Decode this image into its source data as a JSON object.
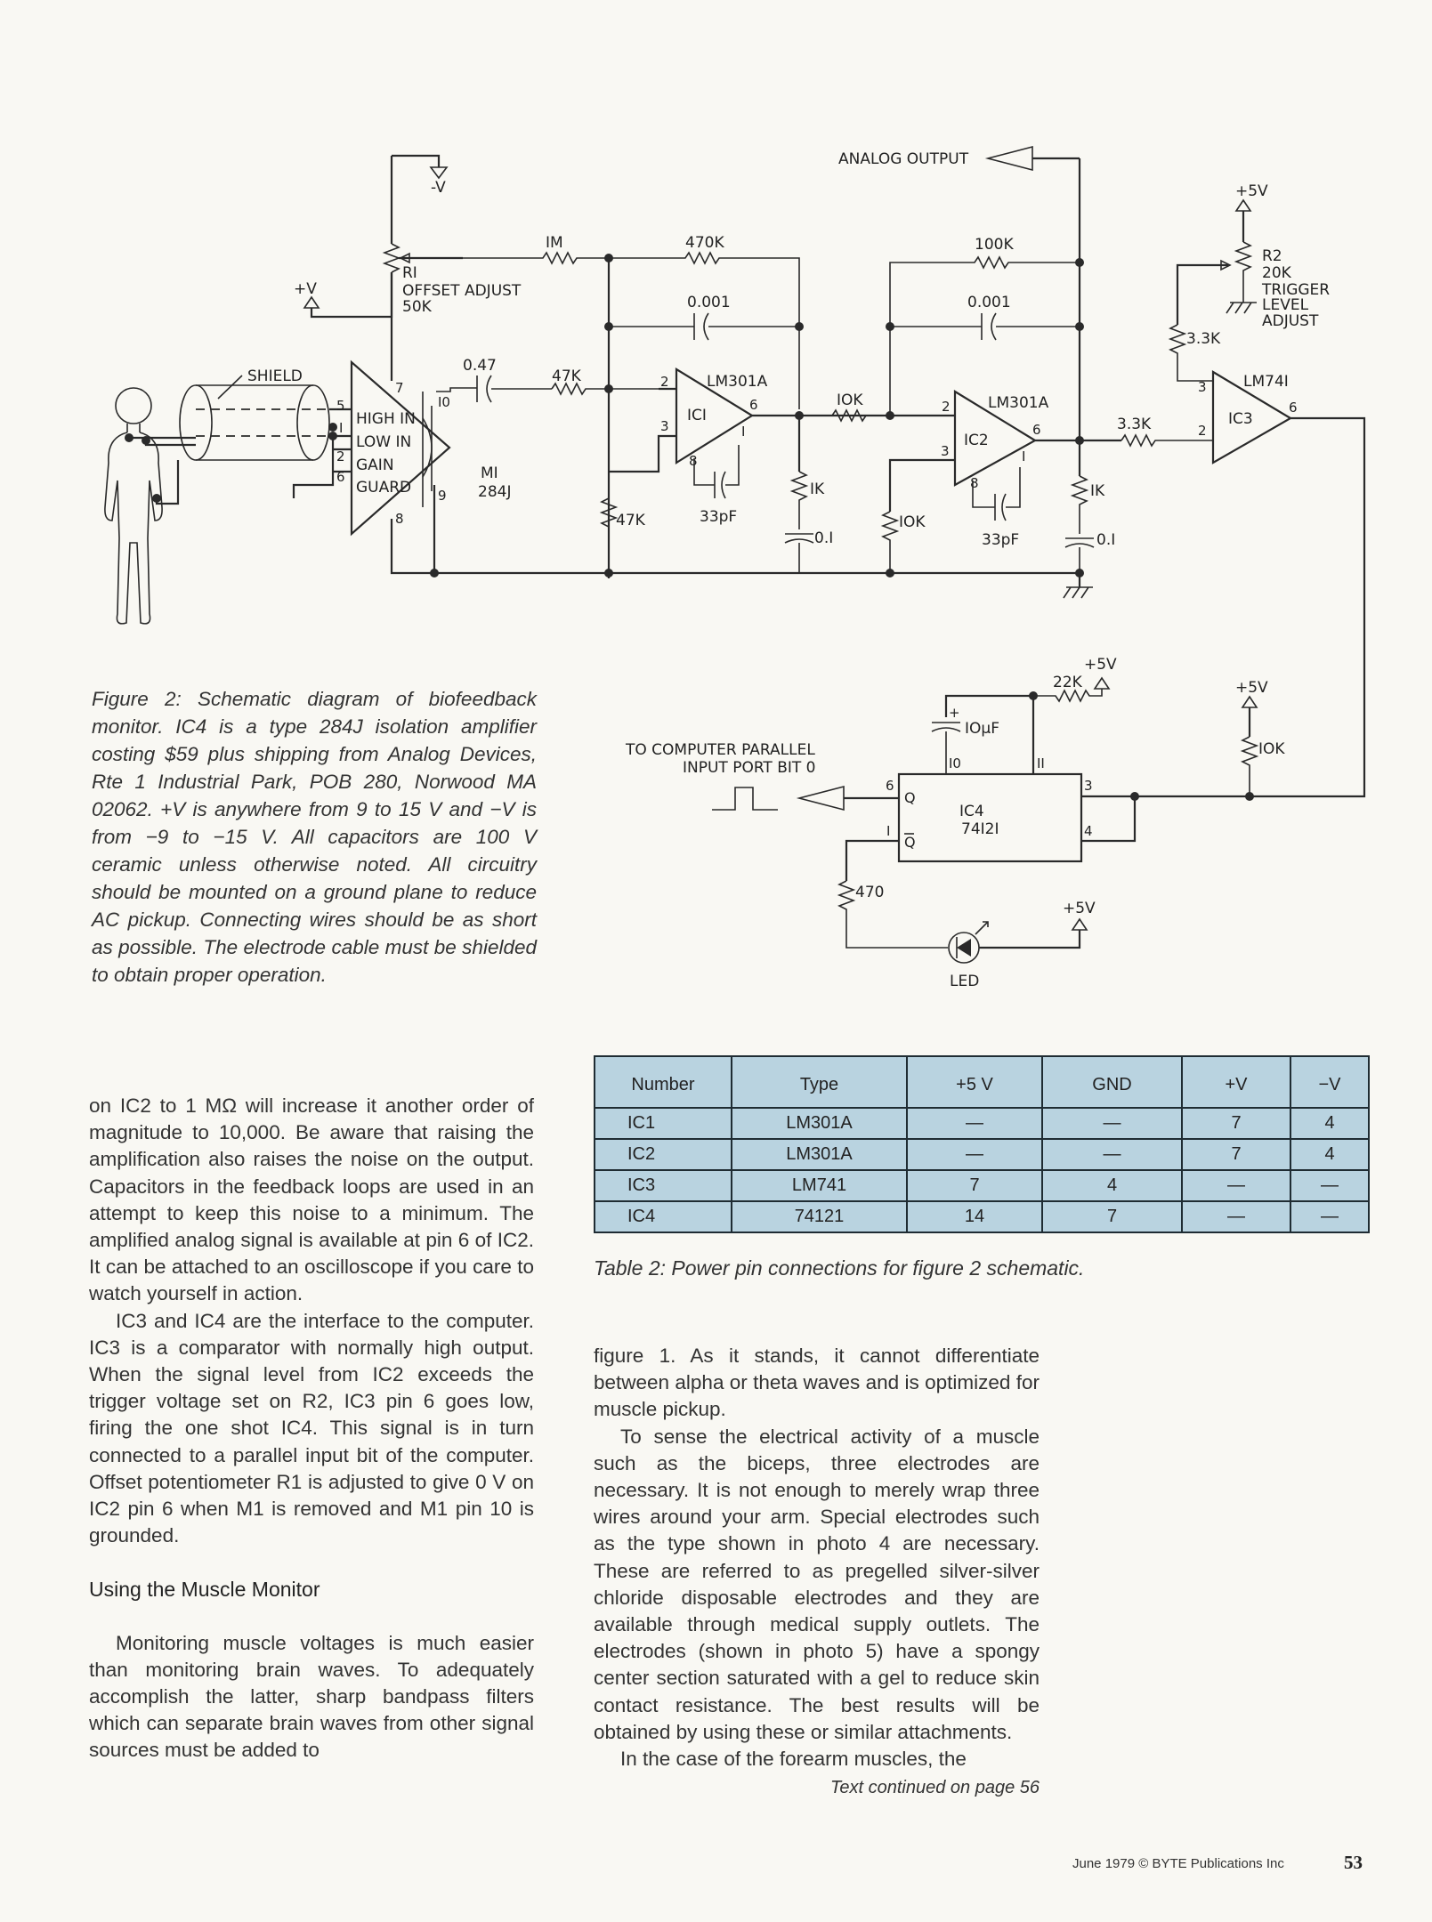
{
  "schematic": {
    "labels": {
      "neg_v": "-V",
      "pos_v": "+V",
      "shield": "SHIELD",
      "r1_name": "RI",
      "r1_desc": "OFFSET ADJUST",
      "r1_value": "50K",
      "r_1m": "IM",
      "r_470k": "470K",
      "c_0001a": "0.001",
      "c_047": "0.47",
      "r_47k_in": "47K",
      "m1_pin_high": "HIGH IN",
      "m1_pin_low": "LOW IN",
      "m1_pin_gain": "GAIN",
      "m1_pin_guard": "GUARD",
      "m1_name": "MI",
      "m1_type": "284J",
      "ic1_type": "LM301A",
      "ic1_name": "ICI",
      "c_33pf_1": "33pF",
      "r_47k_gnd": "47K",
      "r_1k_1": "IK",
      "c_01_1": "0.I",
      "r_10k_in": "IOK",
      "r_10k_gnd": "IOK",
      "ic2_type": "LM301A",
      "ic2_name": "IC2",
      "c_33pf_2": "33pF",
      "r_1k_2": "IK",
      "c_01_2": "0.I",
      "analog_output": "ANALOG OUTPUT",
      "r_100k": "100K",
      "c_0001b": "0.001",
      "p5v_r2": "+5V",
      "r2_name": "R2",
      "r2_value": "20K",
      "r2_desc1": "TRIGGER",
      "r2_desc2": "LEVEL",
      "r2_desc3": "ADJUST",
      "r_33k_a": "3.3K",
      "r_33k_b": "3.3K",
      "ic3_type": "LM74I",
      "ic3_name": "IC3",
      "to_computer_1": "TO COMPUTER PARALLEL",
      "to_computer_2": "INPUT PORT BIT 0",
      "p5v_22k": "+5V",
      "r_22k": "22K",
      "c_10uf": "IOμF",
      "cap_plus": "+",
      "ic4_name": "IC4",
      "ic4_type": "74I2I",
      "q": "Q",
      "qbar": "Q",
      "r_470": "470",
      "p5v_led": "+5V",
      "led": "LED",
      "p5v_10k": "+5V",
      "r_10k_pullup": "IOK",
      "pins": {
        "m1_5": "5",
        "m1_1": "I",
        "m1_2": "2",
        "m1_6": "6",
        "m1_7": "7",
        "m1_10": "I0",
        "m1_9": "9",
        "m1_8": "8",
        "ic1_2": "2",
        "ic1_3": "3",
        "ic1_6": "6",
        "ic1_1": "I",
        "ic1_8": "8",
        "ic2_2": "2",
        "ic2_3": "3",
        "ic2_6": "6",
        "ic2_1": "I",
        "ic2_8": "8",
        "ic3_3": "3",
        "ic3_2": "2",
        "ic3_6": "6",
        "ic4_10": "I0",
        "ic4_11": "II",
        "ic4_6": "6",
        "ic4_1": "I",
        "ic4_3": "3",
        "ic4_4": "4"
      }
    }
  },
  "figure_caption": "Figure 2: Schematic diagram of biofeedback monitor. IC4 is a type 284J isolation amplifier costing $59 plus shipping from Analog Devices, Rte 1 Industrial Park, POB 280, Norwood MA 02062. +V is anywhere from 9 to 15 V and −V is from −9 to −15 V. All capacitors are 100 V ceramic unless otherwise noted. All circuitry should be mounted on a ground plane to reduce AC pickup. Connecting wires should be as short as possible. The electrode cable must be shielded to obtain proper operation.",
  "table": {
    "headers": [
      "Number",
      "Type",
      "+5 V",
      "GND",
      "+V",
      "−V"
    ],
    "rows": [
      [
        "IC1",
        "LM301A",
        "—",
        "—",
        "7",
        "4"
      ],
      [
        "IC2",
        "LM301A",
        "—",
        "—",
        "7",
        "4"
      ],
      [
        "IC3",
        "LM741",
        "7",
        "4",
        "—",
        "—"
      ],
      [
        "IC4",
        "74121",
        "14",
        "7",
        "—",
        "—"
      ]
    ],
    "caption": "Table 2: Power pin connections for figure 2 schematic."
  },
  "left_column": {
    "p1": "on IC2 to 1 MΩ will increase it another order of magnitude to 10,000. Be aware that raising the amplification also raises the noise on the output. Capacitors in the feedback loops are used in an attempt to keep this noise to a minimum. The amplified analog signal is available at pin 6 of IC2. It can be attached to an oscilloscope if you care to watch yourself in action.",
    "p2": "IC3 and IC4 are the interface to the computer. IC3 is a comparator with normally high output. When the signal level from IC2 exceeds the trigger voltage set on R2, IC3 pin 6 goes low, firing the one shot IC4. This signal is in turn connected to a parallel input bit of the computer. Offset potentiometer R1 is adjusted to give 0 V on IC2 pin 6 when M1 is removed and M1 pin 10 is grounded.",
    "heading": "Using the Muscle Monitor",
    "p3": "Monitoring muscle voltages is much easier than monitoring brain waves. To adequately accomplish the latter, sharp bandpass filters which can separate brain waves from other signal sources must be added to"
  },
  "right_column": {
    "p1": "figure 1. As it stands, it cannot differentiate between alpha or theta waves and is optimized for muscle pickup.",
    "p2": "To sense the electrical activity of a muscle such as the biceps, three electrodes are necessary. It is not enough to merely wrap three wires around your arm. Special electrodes such as the type shown in photo 4 are necessary. These are referred to as pregelled silver-silver chloride disposable electrodes and they are available through medical supply outlets. The electrodes (shown in photo 5) have a spongy center section saturated with a gel to reduce skin contact resistance. The best results will be obtained by using these or similar attachments.",
    "p3": "In the case of the forearm muscles, the",
    "continued": "Text continued on page 56"
  },
  "footer": {
    "text": "June 1979 © BYTE Publications Inc",
    "page_number": "53"
  }
}
